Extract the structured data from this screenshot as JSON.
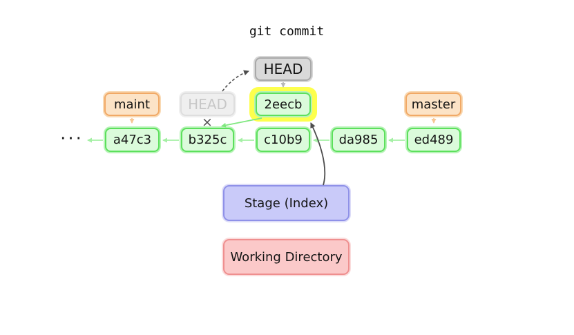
{
  "title": "git commit",
  "graph": {
    "head_label": "HEAD",
    "old_head_label": "HEAD",
    "detached_mark": "×",
    "ellipsis": "···",
    "branches": [
      {
        "name": "maint"
      },
      {
        "name": "master"
      }
    ],
    "commits": [
      {
        "id": "a47c3"
      },
      {
        "id": "b325c"
      },
      {
        "id": "c10b9"
      },
      {
        "id": "da985"
      },
      {
        "id": "ed489"
      },
      {
        "id": "2eecb",
        "highlighted": true
      }
    ]
  },
  "areas": {
    "stage": {
      "label": "Stage (Index)"
    },
    "working": {
      "label": "Working Directory"
    }
  },
  "colors": {
    "commit_fill": "#dbfbdb",
    "commit_border": "#5ce05c",
    "branch_fill": "#fce3c6",
    "branch_border": "#f1a966",
    "head_fill": "#d9d9d9",
    "head_border": "#a9a9a9",
    "old_head_text": "#c7c7c7",
    "highlight_yellow": "#fdff4d",
    "stage_fill": "#c9caf9",
    "stage_border": "#8f91e8",
    "working_fill": "#fbc9c9",
    "working_border": "#ef8f8f",
    "arrow_pale_green": "#a5f0a5",
    "arrow_green": "#7fe87f",
    "arrow_orange": "#f7c795",
    "arrow_gray": "#b8b8b8",
    "arrow_dark": "#4d4d4d"
  }
}
